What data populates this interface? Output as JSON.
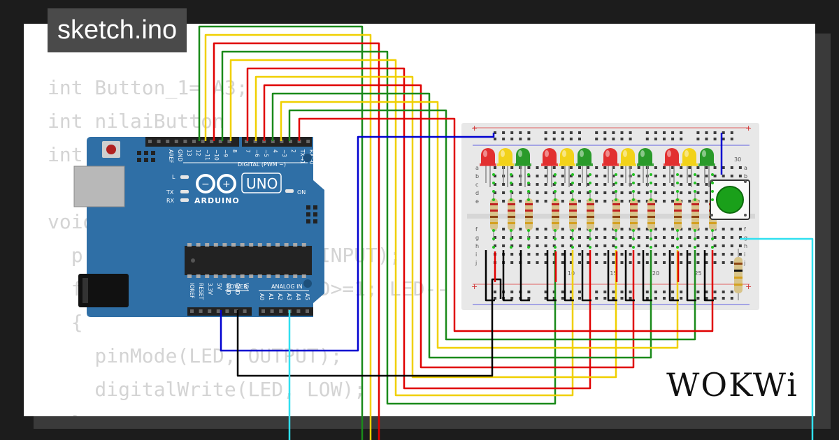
{
  "title": "sketch.ino",
  "brand": "WOKWi",
  "code_lines": [
    "int Button_1= A3;",
    "int nilaiButton",
    "int",
    "",
    "void",
    "  p                    INPUT);",
    "  f                    D>=1; LED--",
    "  {",
    "    pinMode(LED, OUTPUT);",
    "    digitalWrite(LED, LOW);",
    "  }"
  ],
  "arduino": {
    "logo": "ARDUINO",
    "model": "UNO",
    "digital_label": "DIGITAL (PWM ~)",
    "power_label": "POWER",
    "analog_label": "ANALOG IN",
    "on_label": "ON",
    "l_label": "L",
    "tx_label": "TX",
    "rx_label": "RX",
    "top_pins_a": [
      "AREF",
      "GND",
      "13",
      "12",
      "~11",
      "~10",
      "~9",
      "8"
    ],
    "top_pins_b": [
      "7",
      "~6",
      "~5",
      "4",
      "~3",
      "2",
      "TX→1",
      "RX←0"
    ],
    "power_pins": [
      "IOREF",
      "RESET",
      "3.3V",
      "5V",
      "GND",
      "GND",
      "Vin"
    ],
    "analog_pins": [
      "A0",
      "A1",
      "A2",
      "A3",
      "A4",
      "A5"
    ]
  },
  "breadboard": {
    "row_letters_top": [
      "a",
      "b",
      "c",
      "d",
      "e"
    ],
    "row_letters_bottom": [
      "f",
      "g",
      "h",
      "i",
      "j"
    ],
    "column_numbers": [
      "10",
      "15",
      "20",
      "25",
      "30"
    ],
    "rail_plus": "+",
    "rail_minus": "−"
  },
  "led_colors": [
    "red",
    "yellow",
    "green",
    "red",
    "yellow",
    "green",
    "red",
    "yellow",
    "green",
    "red",
    "yellow",
    "green"
  ],
  "colors": {
    "board_blue": "#2f6fa6",
    "wire_red": "#e00000",
    "wire_yellow": "#f0d000",
    "wire_green": "#1a8a1a",
    "wire_blue": "#0000d0",
    "wire_black": "#000000",
    "wire_cyan": "#30e0f0",
    "button_green": "#1aa01a"
  }
}
